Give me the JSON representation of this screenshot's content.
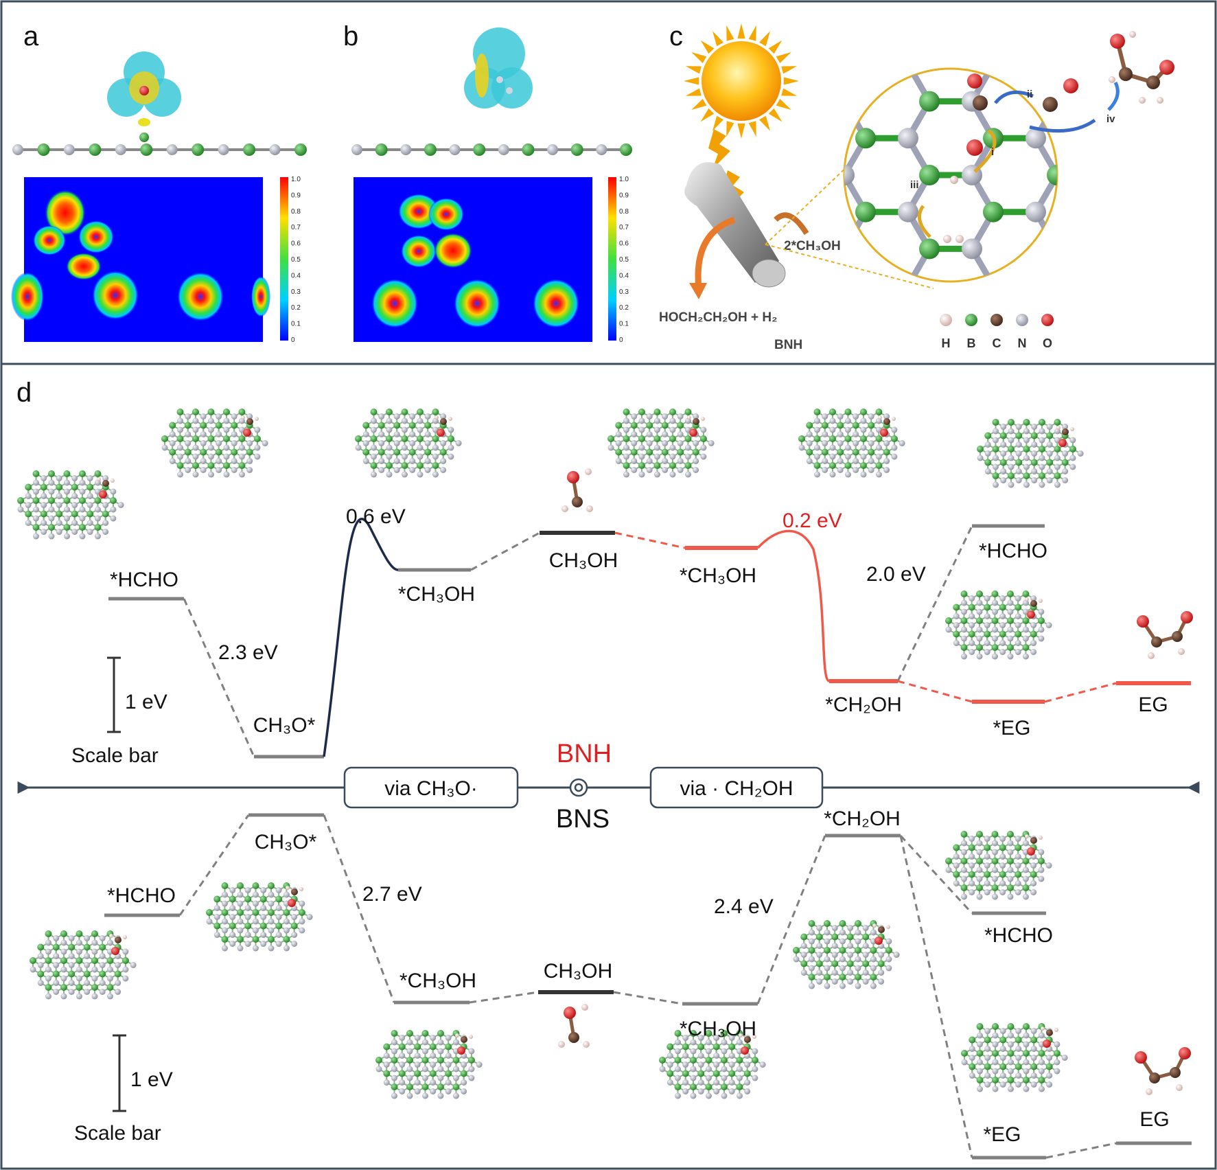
{
  "panels": {
    "a": "a",
    "b": "b",
    "c": "c",
    "d": "d"
  },
  "colorbar_ticks": [
    "1.0",
    "0.9",
    "0.8",
    "0.7",
    "0.6",
    "0.5",
    "0.4",
    "0.3",
    "0.2",
    "0.1",
    "0"
  ],
  "panel_c": {
    "reactant": "2*CH₃OH",
    "product": "HOCH₂CH₂OH + H₂",
    "material": "BNH",
    "steps": [
      "i",
      "ii",
      "iii",
      "iv"
    ],
    "legend": [
      {
        "label": "H",
        "color": "#e8cfc8"
      },
      {
        "label": "B",
        "color": "#2e9e2e"
      },
      {
        "label": "C",
        "color": "#5a3a2a"
      },
      {
        "label": "N",
        "color": "#b9bcc9"
      },
      {
        "label": "O",
        "color": "#e01818"
      }
    ]
  },
  "axis": {
    "left_box": "via CH₃O·",
    "right_box": "via · CH₂OH",
    "top_material": "BNH",
    "bottom_material": "BNS",
    "top_color": "#e02020"
  },
  "top_diagram": {
    "labels": {
      "hcho_left": "*HCHO",
      "ch3o": "CH₃O*",
      "ch3oh_ads_left": "*CH₃OH",
      "ch3oh_gas": "CH₃OH",
      "ch3oh_ads_right": "*CH₃OH",
      "ch2oh": "*CH₂OH",
      "hcho_right": "*HCHO",
      "eg_ads": "*EG",
      "eg": "EG"
    },
    "energies": {
      "e1": "2.3 eV",
      "e2": "0.6 eV",
      "e3": "0.2 eV",
      "e4": "2.0 eV"
    },
    "scale": {
      "value": "1 eV",
      "label": "Scale bar"
    },
    "highlight_color": "#f0584a"
  },
  "bottom_diagram": {
    "labels": {
      "hcho_left": "*HCHO",
      "ch3o": "CH₃O*",
      "ch3oh_ads_left": "*CH₃OH",
      "ch3oh_gas": "CH₃OH",
      "ch3oh_ads_right": "*CH₃OH",
      "ch2oh": "*CH₂OH",
      "hcho_right": "*HCHO",
      "eg_ads": "*EG",
      "eg": "EG"
    },
    "energies": {
      "e1": "2.7 eV",
      "e2": "2.4 eV"
    },
    "scale": {
      "value": "1 eV",
      "label": "Scale bar"
    }
  }
}
